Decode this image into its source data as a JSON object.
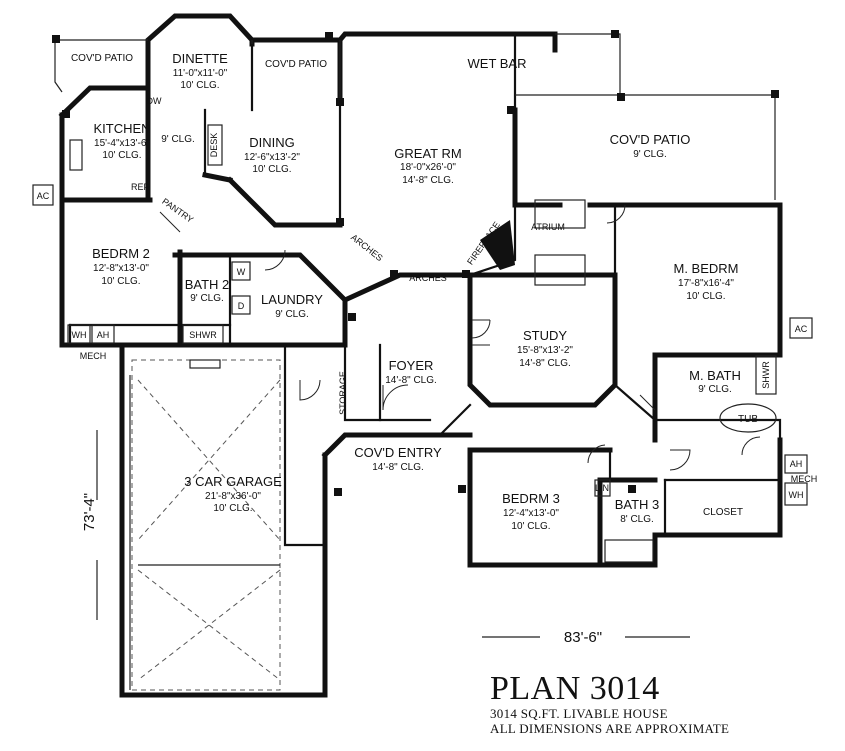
{
  "rooms": {
    "covd_patio_left": {
      "name": "COV'D PATIO"
    },
    "dinette": {
      "name": "DINETTE",
      "size": "11'-0\"x11'-0\"",
      "clg": "10' CLG."
    },
    "covd_patio_top": {
      "name": "COV'D PATIO"
    },
    "wet_bar": {
      "name": "WET BAR"
    },
    "kitchen": {
      "name": "KITCHEN",
      "size": "15'-4\"x13'-6\"",
      "clg": "10' CLG."
    },
    "kitchen_clg": {
      "clg": "9' CLG."
    },
    "dining": {
      "name": "DINING",
      "size": "12'-6\"x13'-2\"",
      "clg": "10' CLG."
    },
    "great_rm": {
      "name": "GREAT RM",
      "size": "18'-0\"x26'-0\"",
      "clg": "14'-8\" CLG."
    },
    "covd_patio_right": {
      "name": "COV'D PATIO",
      "clg": "9' CLG."
    },
    "bedrm2": {
      "name": "BEDRM 2",
      "size": "12'-8\"x13'-0\"",
      "clg": "10' CLG."
    },
    "bath2": {
      "name": "BATH 2",
      "clg": "9' CLG."
    },
    "laundry": {
      "name": "LAUNDRY",
      "clg": "9' CLG."
    },
    "m_bedrm": {
      "name": "M. BEDRM",
      "size": "17'-8\"x16'-4\"",
      "clg": "10' CLG."
    },
    "study": {
      "name": "STUDY",
      "size": "15'-8\"x13'-2\"",
      "clg": "14'-8\" CLG."
    },
    "foyer": {
      "name": "FOYER",
      "clg": "14'-8\" CLG."
    },
    "m_bath": {
      "name": "M. BATH",
      "clg": "9' CLG."
    },
    "garage": {
      "name": "3 CAR GARAGE",
      "size": "21'-8\"x36'-0\"",
      "clg": "10' CLG."
    },
    "covd_entry": {
      "name": "COV'D ENTRY",
      "clg": "14'-8\" CLG."
    },
    "bedrm3": {
      "name": "BEDRM 3",
      "size": "12'-4\"x13'-0\"",
      "clg": "10' CLG."
    },
    "bath3": {
      "name": "BATH 3",
      "clg": "8' CLG."
    },
    "closet": {
      "name": "CLOSET"
    }
  },
  "fixtures": {
    "dw": "DW",
    "desk": "DESK",
    "ref": "REF",
    "pantry": "PANTRY",
    "arches_1": "ARCHES",
    "arches_2": "ARCHES",
    "fireplace": "FIREPLACE",
    "atrium": "ATRIUM",
    "ac_left": "AC",
    "ac_right": "AC",
    "wh_left": "WH",
    "ah_left": "AH",
    "shwr_left": "SHWR",
    "mech_left": "MECH",
    "w": "W",
    "d": "D",
    "storage": "STORAGE",
    "shwr_right": "SHWR",
    "tub": "TUB",
    "ah_right": "AH",
    "mech_right": "MECH",
    "wh_right": "WH",
    "lin": "LIN"
  },
  "dimensions": {
    "depth": "73'-4\"",
    "width": "83'-6\""
  },
  "title": {
    "plan": "PLAN 3014",
    "line1": "3014  SQ.FT. LIVABLE HOUSE",
    "line2": "ALL DIMENSIONS ARE APPROXIMATE"
  }
}
